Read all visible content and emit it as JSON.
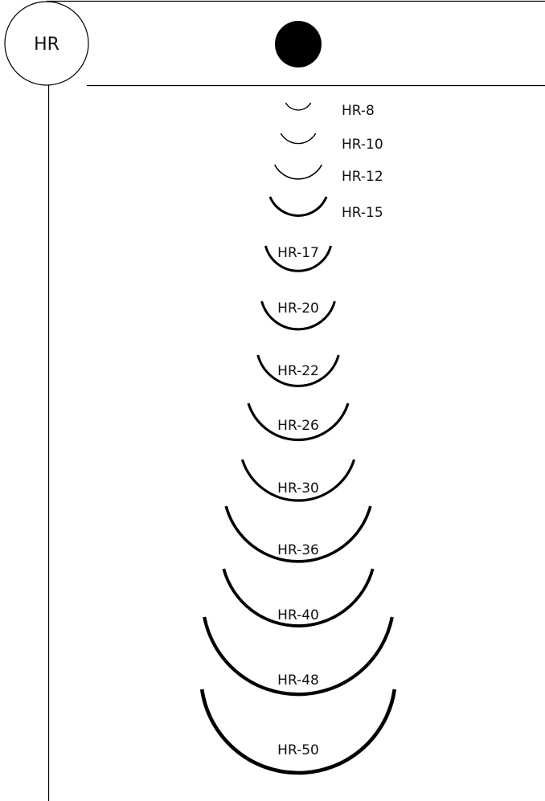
{
  "header": {
    "series_badge": "HR",
    "cross_section": "round-body"
  },
  "colors": {
    "ink": "#000000",
    "background": "#ffffff"
  },
  "needles": [
    {
      "id": "needle-hr-8",
      "label": "HR-8"
    },
    {
      "id": "needle-hr-10",
      "label": "HR-10"
    },
    {
      "id": "needle-hr-12",
      "label": "HR-12"
    },
    {
      "id": "needle-hr-15",
      "label": "HR-15"
    },
    {
      "id": "needle-hr-17",
      "label": "HR-17"
    },
    {
      "id": "needle-hr-20",
      "label": "HR-20"
    },
    {
      "id": "needle-hr-22",
      "label": "HR-22"
    },
    {
      "id": "needle-hr-26",
      "label": "HR-26"
    },
    {
      "id": "needle-hr-30",
      "label": "HR-30"
    },
    {
      "id": "needle-hr-36",
      "label": "HR-36"
    },
    {
      "id": "needle-hr-40",
      "label": "HR-40"
    },
    {
      "id": "needle-hr-48",
      "label": "HR-48"
    },
    {
      "id": "needle-hr-50",
      "label": "HR-50"
    }
  ]
}
